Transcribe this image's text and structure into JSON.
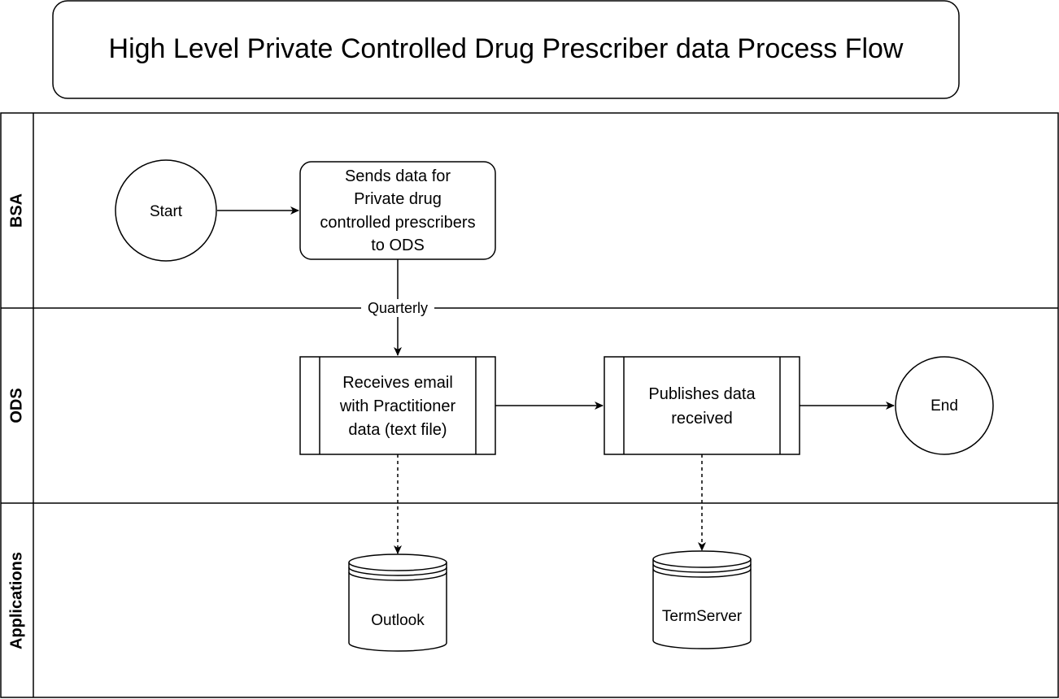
{
  "title": "High Level Private Controlled Drug Prescriber data Process Flow",
  "lanes": [
    {
      "id": "bsa",
      "label": "BSA"
    },
    {
      "id": "ods",
      "label": "ODS"
    },
    {
      "id": "applications",
      "label": "Applications"
    }
  ],
  "nodes": {
    "start": {
      "label": "Start"
    },
    "sends_data": {
      "lines": [
        "Sends data for",
        "Private drug",
        "controlled prescribers",
        "to ODS"
      ]
    },
    "receives_email": {
      "lines": [
        "Receives email",
        "with Practitioner",
        "data (text file)"
      ]
    },
    "publishes_data": {
      "lines": [
        "Publishes data",
        "received"
      ]
    },
    "end": {
      "label": "End"
    },
    "outlook": {
      "label": "Outlook"
    },
    "termserver": {
      "label": "TermServer"
    }
  },
  "edges": {
    "quarterly_label": "Quarterly"
  }
}
